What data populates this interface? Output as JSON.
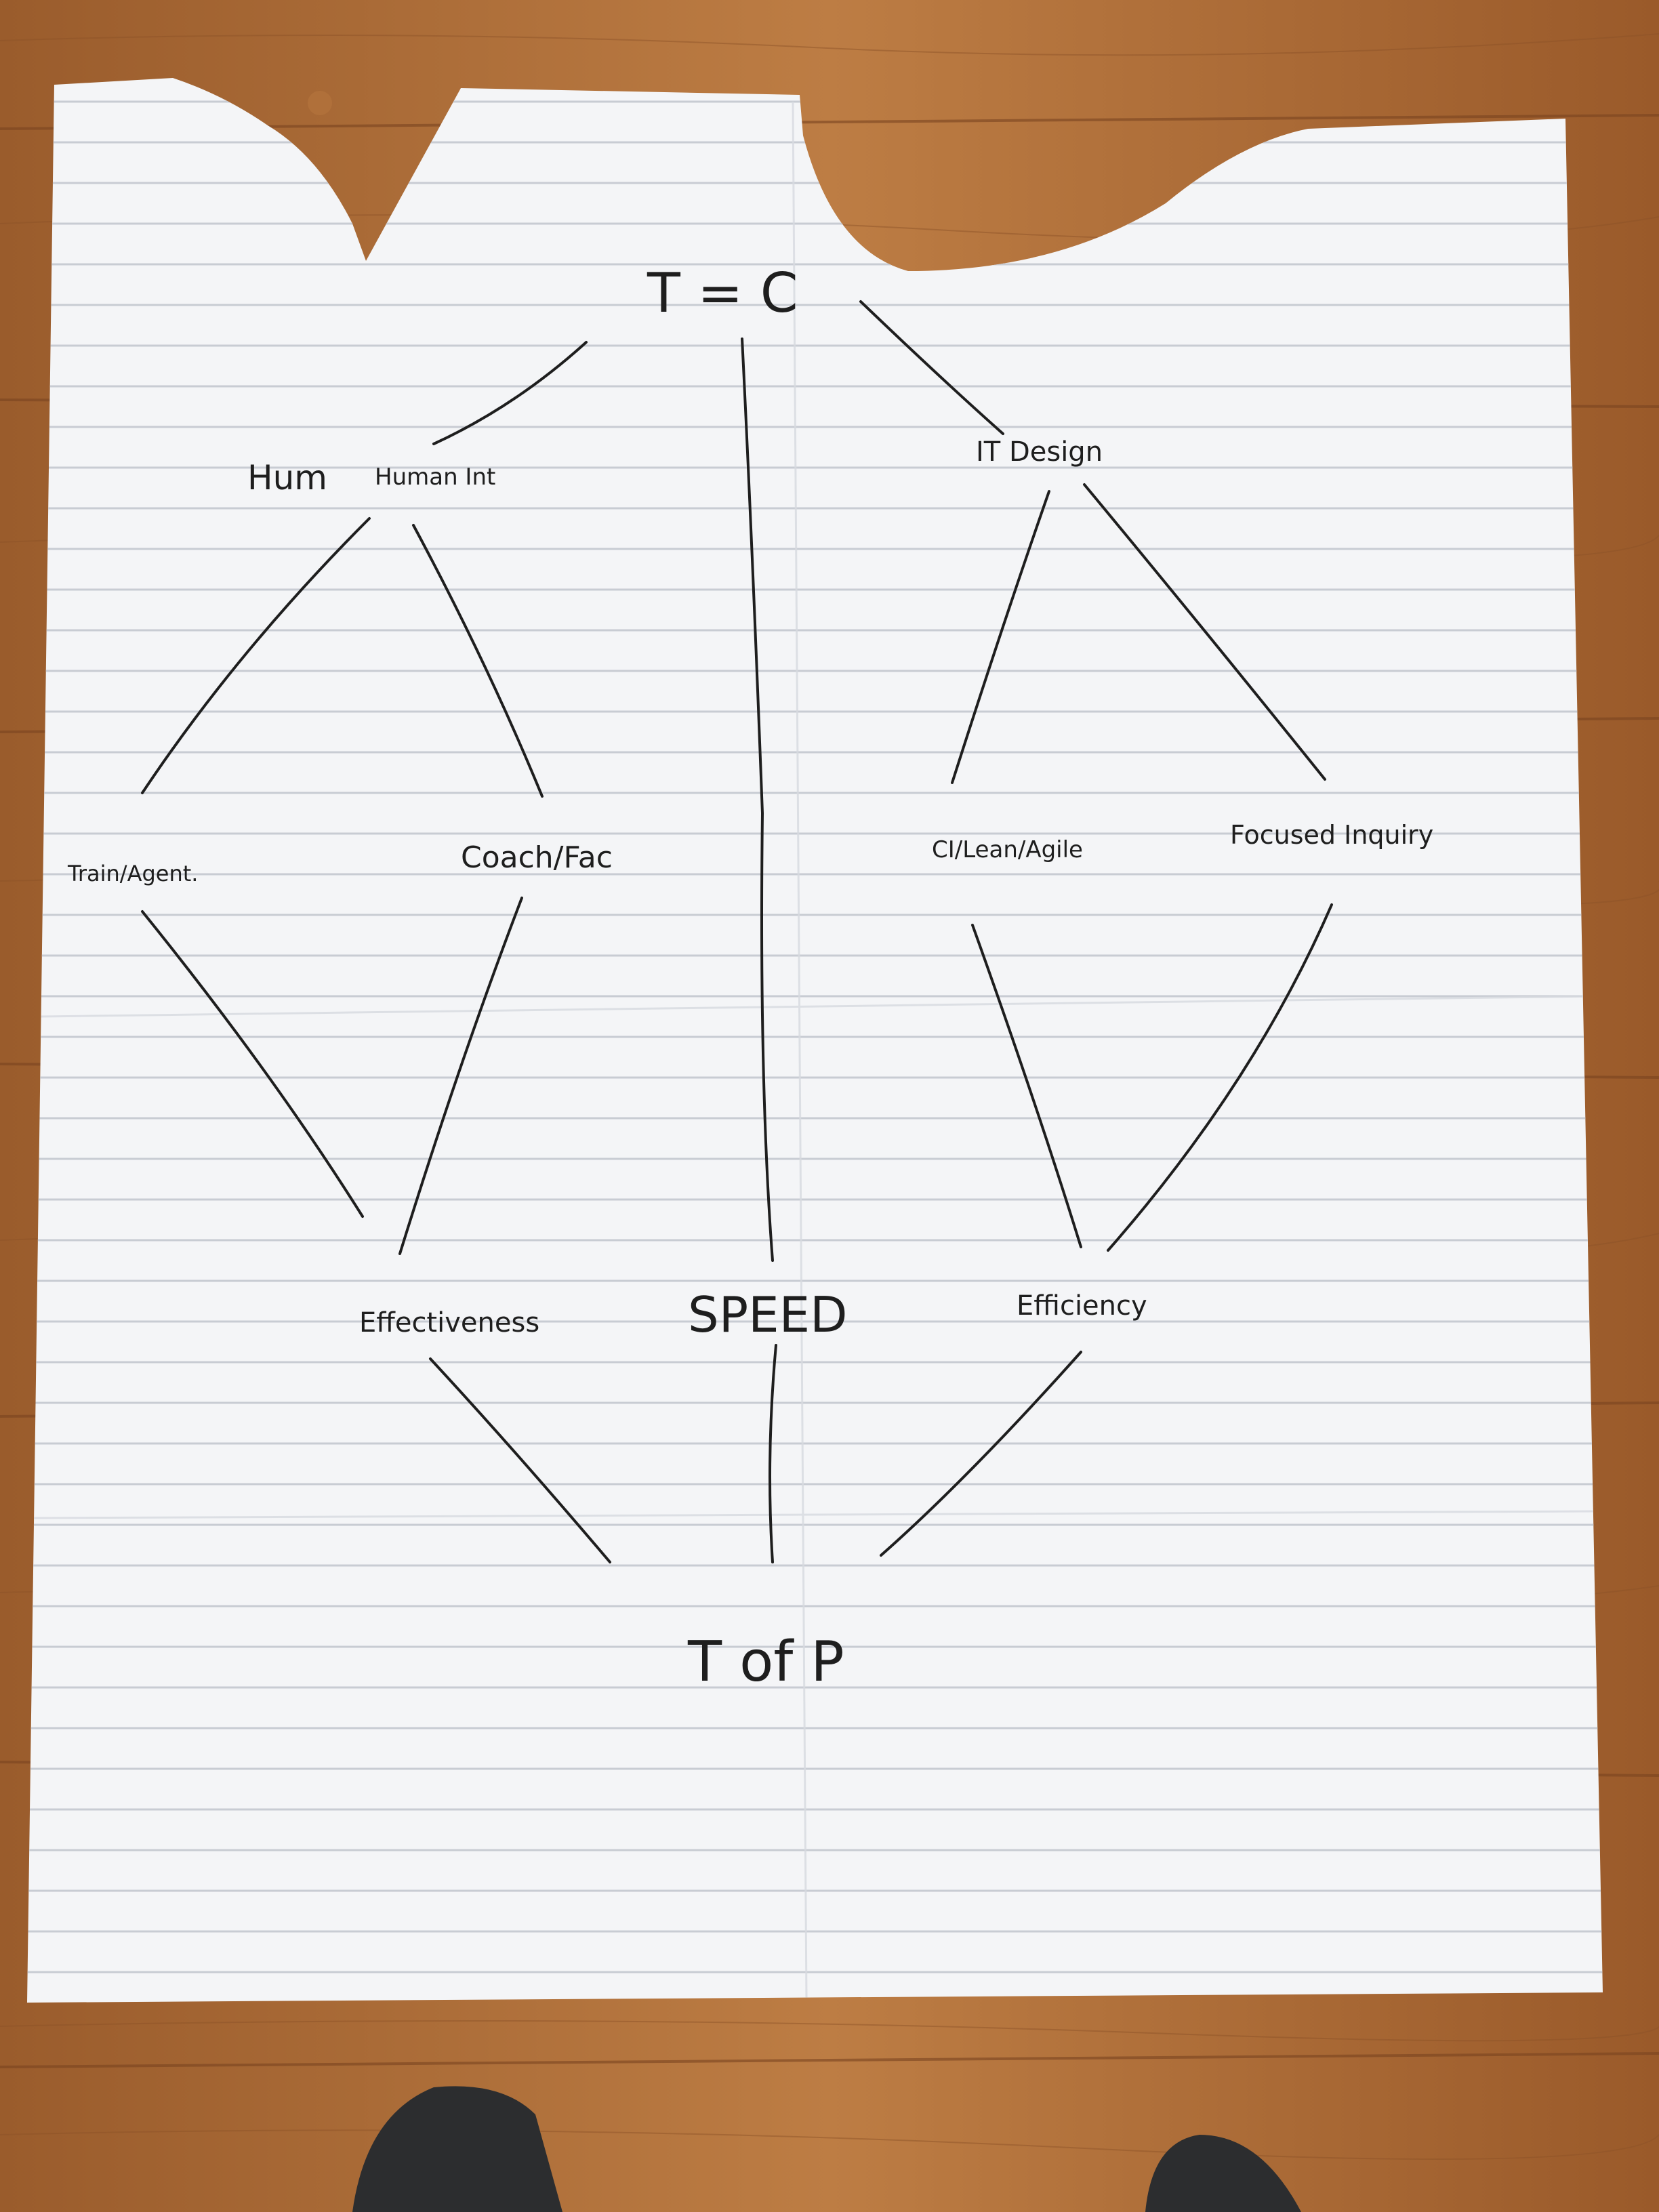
{
  "diagram": {
    "nodes": [
      {
        "id": "t_c",
        "text": "T = C"
      },
      {
        "id": "hum",
        "text": "Hum"
      },
      {
        "id": "human_int",
        "text": "Human Int"
      },
      {
        "id": "it_design",
        "text": "IT Design"
      },
      {
        "id": "train_agent",
        "text": "Train/Agent."
      },
      {
        "id": "coach_fac",
        "text": "Coach/Fac"
      },
      {
        "id": "ci_lean_agile",
        "text": "CI/Lean/Agile"
      },
      {
        "id": "focused_inquiry",
        "text": "Focused Inquiry"
      },
      {
        "id": "effectiveness",
        "text": "Effectiveness"
      },
      {
        "id": "speed",
        "text": "SPEED"
      },
      {
        "id": "efficiency",
        "text": "Efficiency"
      },
      {
        "id": "t_of_p",
        "text": "T of P"
      }
    ],
    "edges": [
      {
        "from": "t_c",
        "to": "human_int"
      },
      {
        "from": "t_c",
        "to": "speed"
      },
      {
        "from": "t_c",
        "to": "it_design"
      },
      {
        "from": "human_int",
        "to": "train_agent"
      },
      {
        "from": "human_int",
        "to": "coach_fac"
      },
      {
        "from": "it_design",
        "to": "ci_lean_agile"
      },
      {
        "from": "it_design",
        "to": "focused_inquiry"
      },
      {
        "from": "train_agent",
        "to": "effectiveness"
      },
      {
        "from": "coach_fac",
        "to": "effectiveness"
      },
      {
        "from": "ci_lean_agile",
        "to": "efficiency"
      },
      {
        "from": "focused_inquiry",
        "to": "efficiency"
      },
      {
        "from": "effectiveness",
        "to": "t_of_p"
      },
      {
        "from": "speed",
        "to": "t_of_p"
      },
      {
        "from": "efficiency",
        "to": "t_of_p"
      }
    ]
  },
  "colors": {
    "paper": "#f4f5f7",
    "ink": "#1e1e1e",
    "rule_line": "#c8ccd3",
    "floor": "#b0703a"
  }
}
